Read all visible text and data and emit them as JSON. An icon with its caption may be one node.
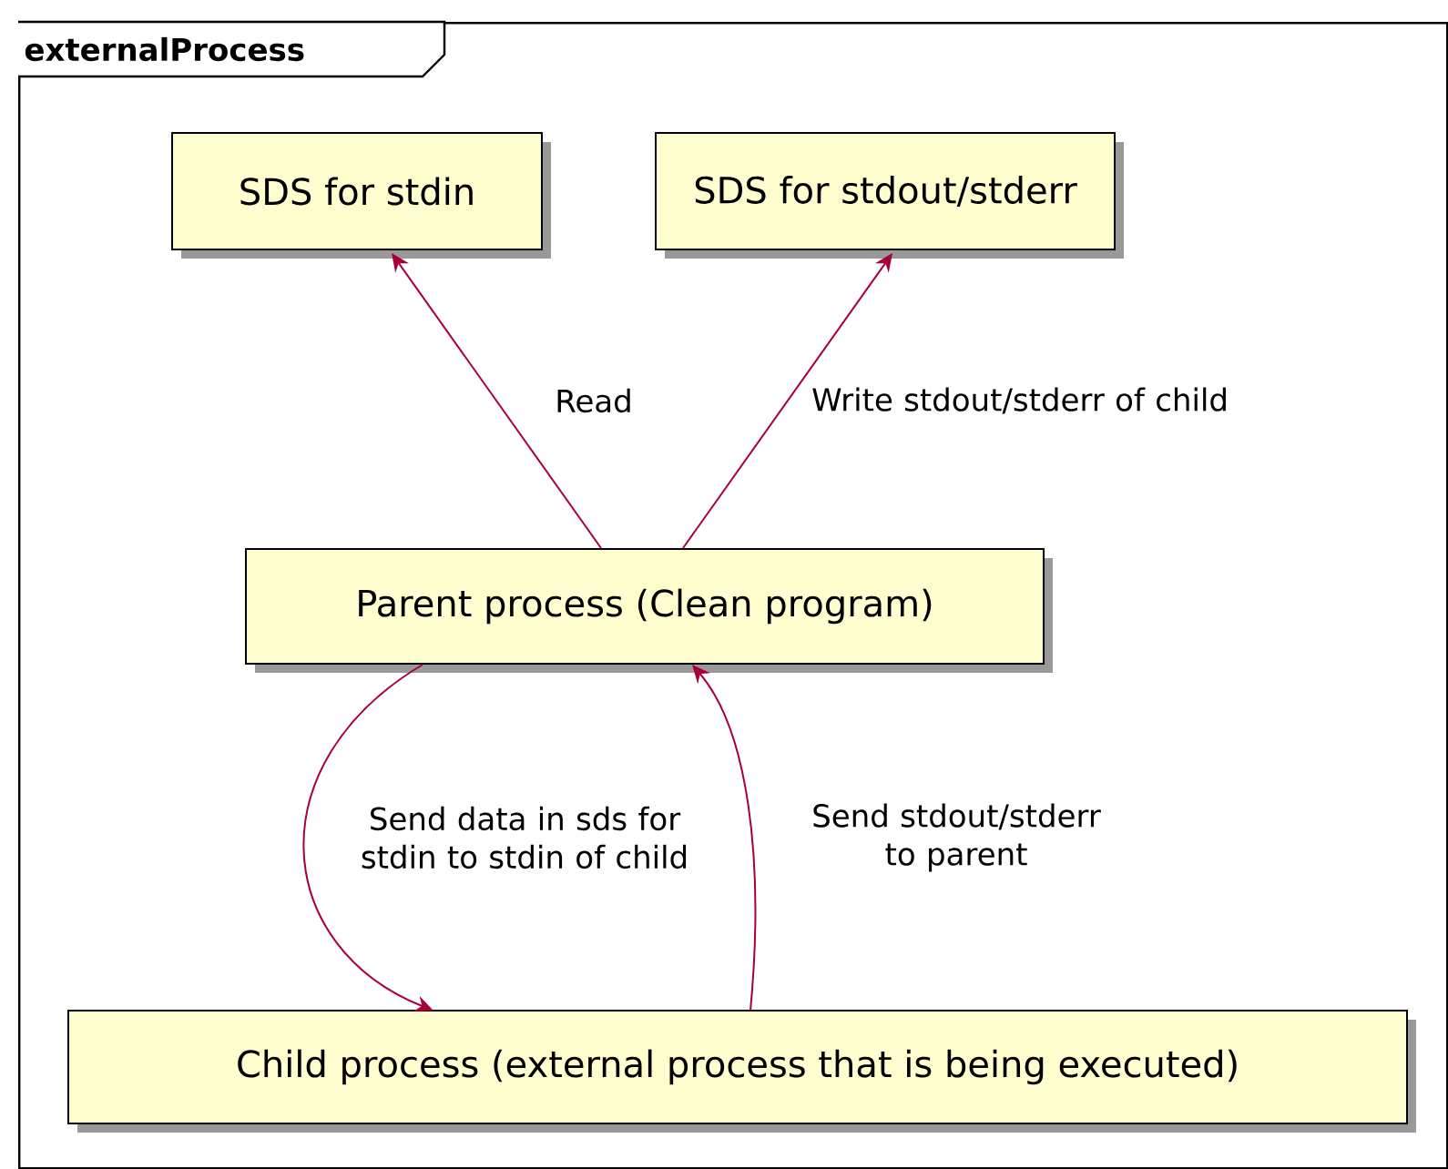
{
  "diagram": {
    "nodes": [
      {
        "text": [
          "externalProcess"
        ]
      },
      {
        "text": [
          "SDS for stdin"
        ],
        "in": 0
      },
      {
        "text": [
          "SDS for stdout/stderr"
        ],
        "in": 0
      },
      {
        "text": [
          "Parent process (Clean program)"
        ],
        "in": 0
      },
      {
        "text": [
          "Child process (external process that is being executed)"
        ],
        "in": 0
      }
    ],
    "edges": [
      {
        "from": 3,
        "to": 1,
        "arrow": "to",
        "label": "Read"
      },
      {
        "from": 3,
        "to": 2,
        "arrow": "to",
        "label": "Write stdout/stderr of child"
      },
      {
        "from": 3,
        "to": 4,
        "arrow": "to",
        "label": "Send data in sds for stdin to stdin of child"
      },
      {
        "from": 4,
        "to": 3,
        "arrow": "to",
        "label": "Send stdout/stderr to parent"
      }
    ]
  }
}
